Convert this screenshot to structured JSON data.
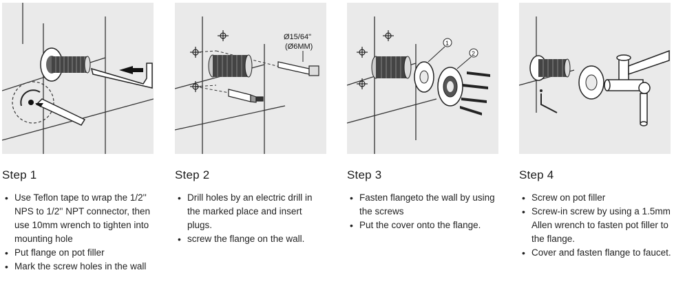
{
  "steps": [
    {
      "title": "Step 1",
      "bullets": [
        "Use Teflon tape to wrap the 1/2'' NPS to 1/2'' NPT connector, then use 10mm wrench to tighten into mounting hole",
        "Put flange on pot filler",
        "Mark the screw holes in the wall"
      ]
    },
    {
      "title": "Step 2",
      "drill_label_1": "Ø15/64\"",
      "drill_label_2": "(Ø6MM)",
      "bullets": [
        "Drill holes by an electric drill in the marked place and insert plugs.",
        "screw the flange on the wall."
      ]
    },
    {
      "title": "Step 3",
      "callout_1": "1",
      "callout_2": "2",
      "bullets": [
        "Fasten flangeto the wall by using the screws",
        "Put the cover onto the flange."
      ]
    },
    {
      "title": "Step 4",
      "bullets": [
        "Screw on pot filler",
        "Screw-in screw by using a 1.5mm Allen wrench to fasten pot filler to the flange.",
        "Cover and fasten flange to faucet."
      ]
    }
  ]
}
